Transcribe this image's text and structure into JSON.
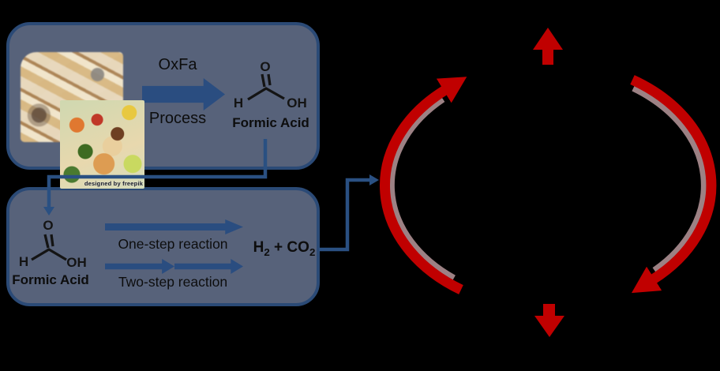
{
  "colors": {
    "background": "#000000",
    "panel_fill": "#57627a",
    "panel_border": "#2b4a76",
    "flow_arrow_blue": "#2a4d80",
    "connector_blue": "#2a5082",
    "cycle_red": "#c00000",
    "cycle_shadow_mauve": "#9c8184",
    "text_black": "#0d0d0d"
  },
  "panel_waste_to_formic_acid": {
    "photo_credit": "designed by freepik",
    "process_arrow": {
      "label_top": "OxFa",
      "label_bottom": "Process"
    },
    "molecule": {
      "atom_o": "O",
      "atom_h": "H",
      "atom_oh": "OH",
      "caption": "Formic Acid"
    }
  },
  "panel_formic_acid_to_hydrogen": {
    "molecule": {
      "atom_o": "O",
      "atom_h": "H",
      "atom_oh": "OH",
      "caption": "Formic Acid"
    },
    "route_one_label": "One-step reaction",
    "route_two_label": "Two-step reaction",
    "product": {
      "base_1": "H",
      "sub_1": "2",
      "base_2": " + CO",
      "sub_2": "2"
    }
  }
}
